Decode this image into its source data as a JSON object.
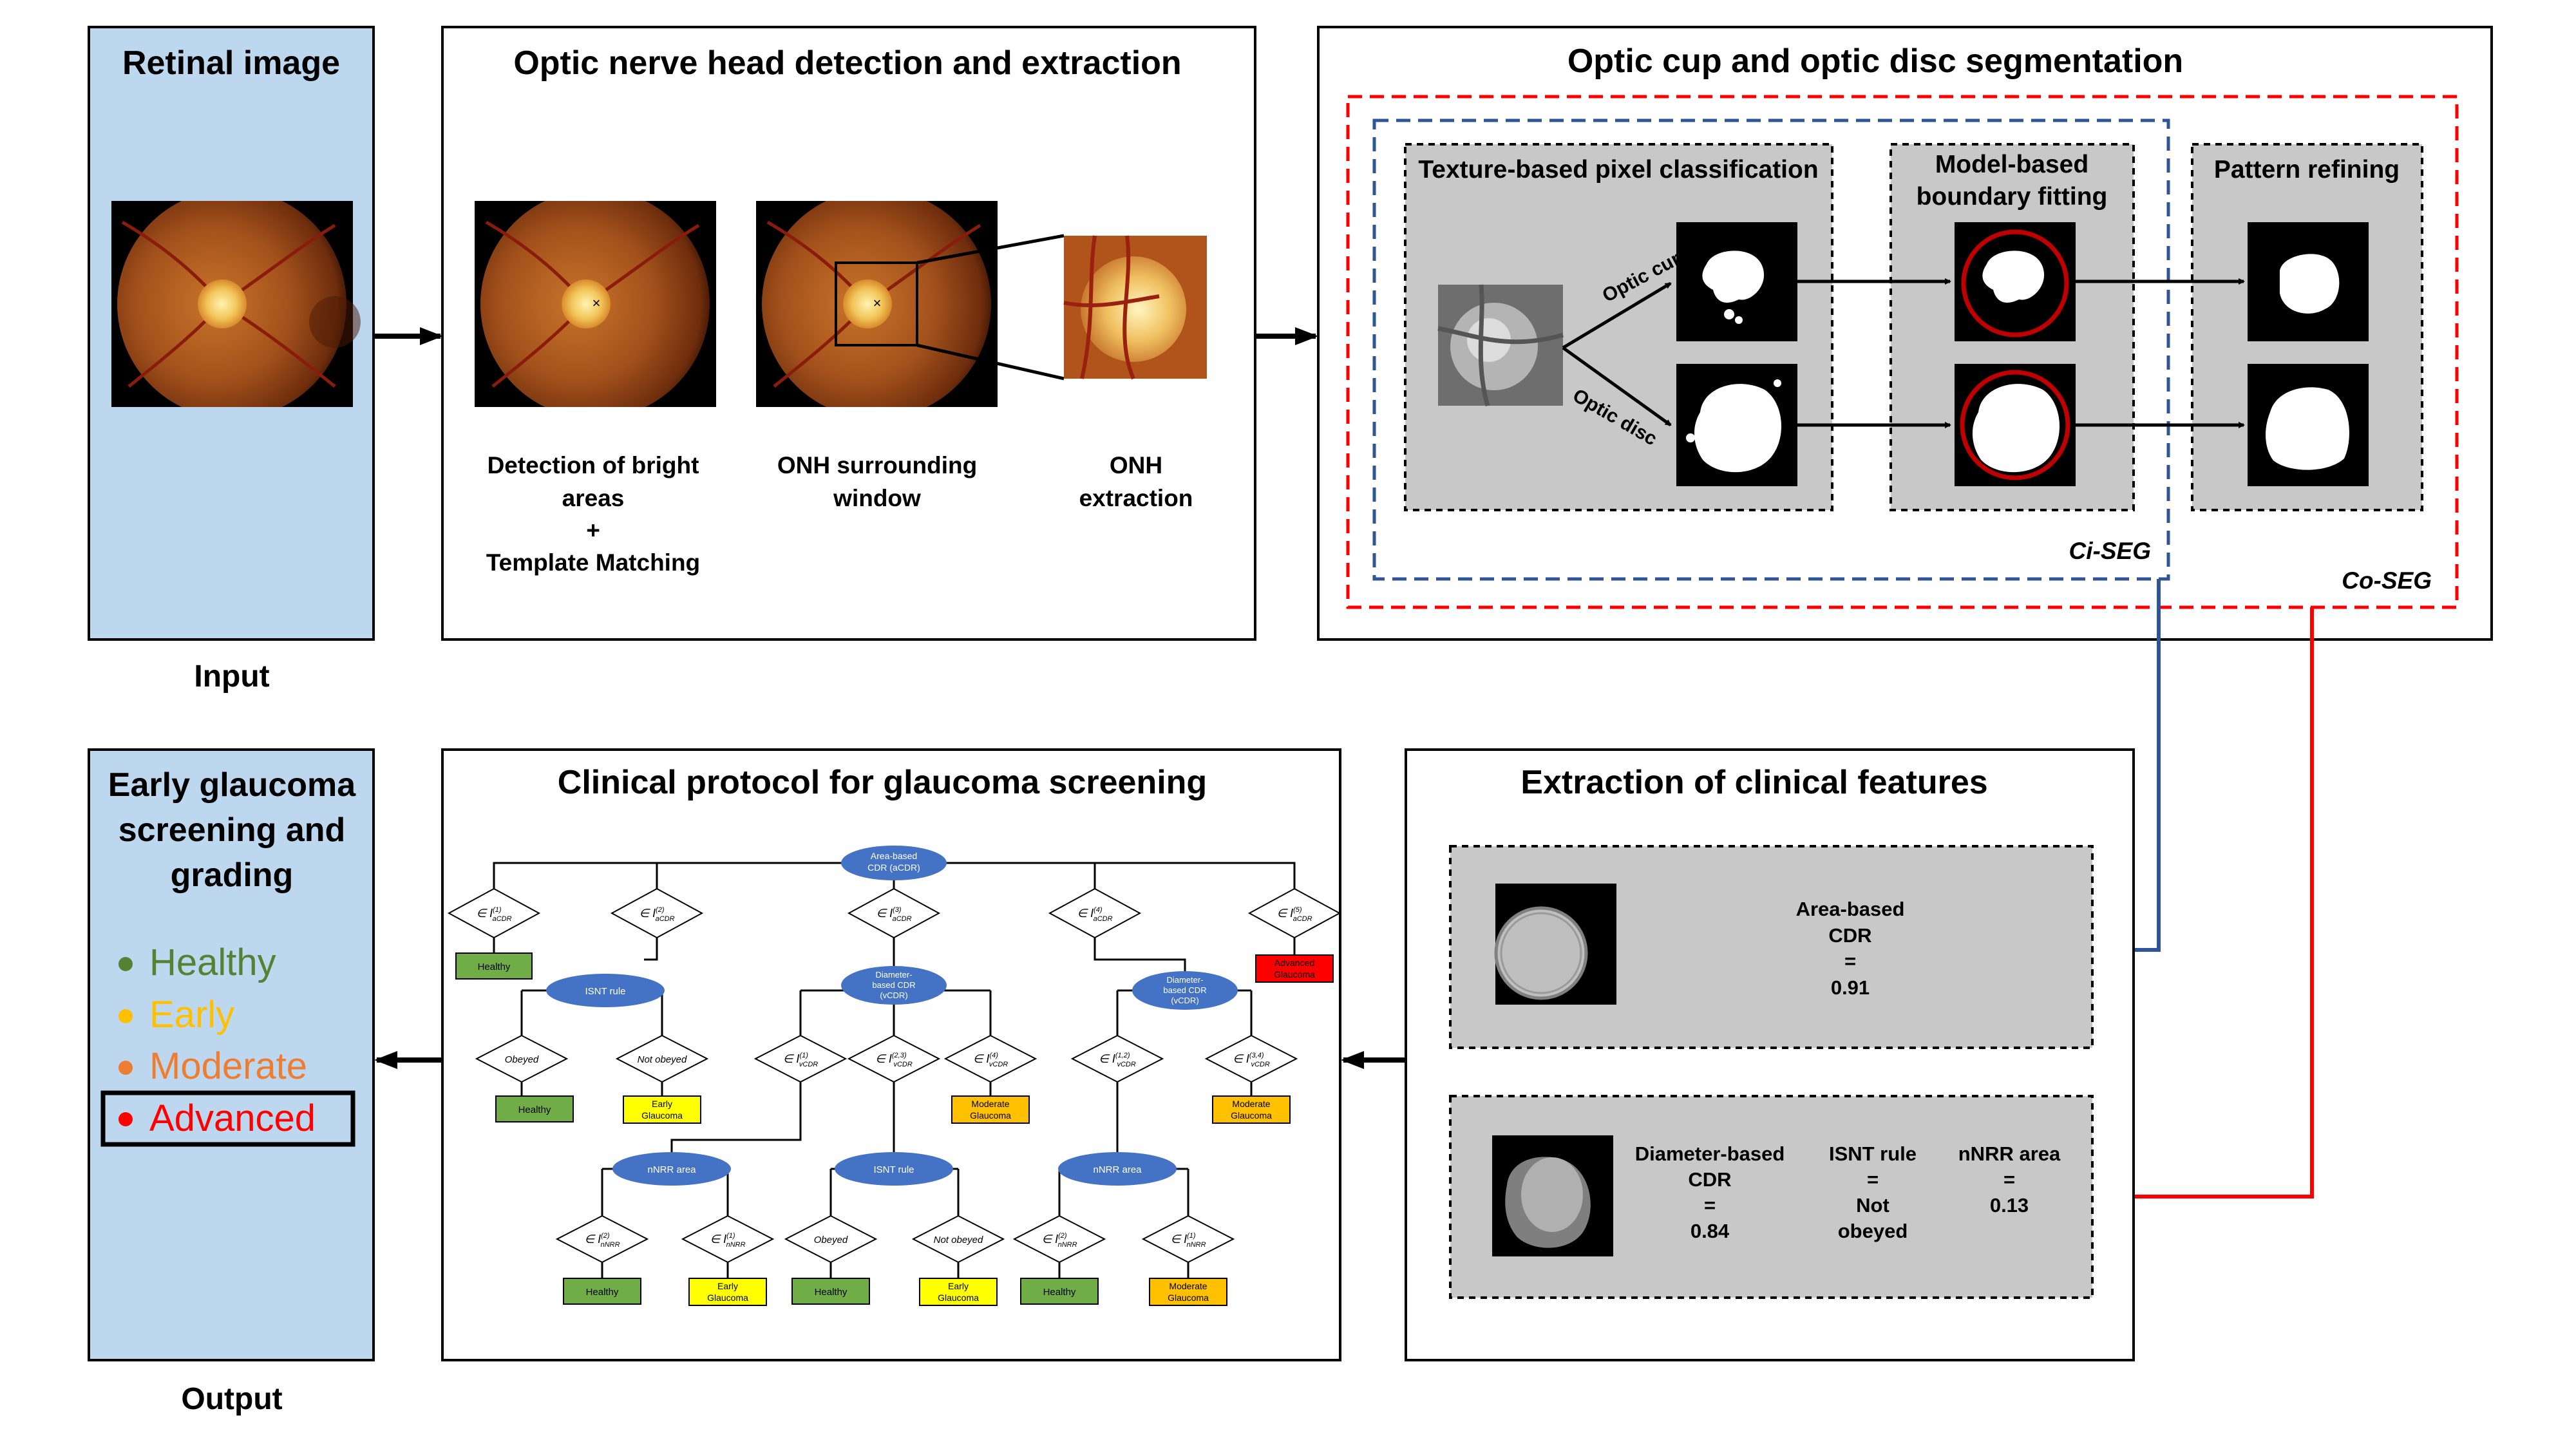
{
  "panels": {
    "input": {
      "title": "Retinal image",
      "caption": "Input"
    },
    "onh": {
      "title": "Optic nerve head detection and extraction",
      "step1": [
        "Detection of bright",
        "areas",
        "+",
        "Template Matching"
      ],
      "step2": [
        "ONH surrounding",
        "window"
      ],
      "step3": [
        "ONH",
        "extraction"
      ]
    },
    "seg": {
      "title": "Optic cup and optic disc segmentation",
      "texture": "Texture-based pixel classification",
      "model": [
        "Model-based",
        "boundary fitting"
      ],
      "pattern": "Pattern refining",
      "cup_label": "Optic cup",
      "disc_label": "Optic disc",
      "ci_seg": "Ci-SEG",
      "co_seg": "Co-SEG"
    },
    "features": {
      "title": "Extraction of clinical features",
      "area_cdr": [
        "Area-based",
        "CDR",
        "=",
        "0.91"
      ],
      "diam_cdr": [
        "Diameter-based",
        "CDR",
        "=",
        "0.84"
      ],
      "isnt": [
        "ISNT rule",
        "=",
        "Not",
        "obeyed"
      ],
      "nnrr": [
        "nNRR area",
        "=",
        "0.13"
      ]
    },
    "protocol": {
      "title": "Clinical protocol for glaucoma screening"
    },
    "output": {
      "title": [
        "Early glaucoma",
        "screening and",
        "grading"
      ],
      "grades": [
        {
          "label": "Healthy",
          "color": "#548235"
        },
        {
          "label": "Early",
          "color": "#ffc000"
        },
        {
          "label": "Moderate",
          "color": "#ed7d31"
        },
        {
          "label": "Advanced",
          "color": "#ff0000"
        }
      ],
      "caption": "Output"
    }
  },
  "tree": {
    "root": [
      "Area-based",
      "CDR (aCDR)"
    ],
    "l1": [
      {
        "sym": "∈ I",
        "sup": "(1)",
        "sub": "aCDR"
      },
      {
        "sym": "∈ I",
        "sup": "(2)",
        "sub": "aCDR"
      },
      {
        "sym": "∈ I",
        "sup": "(3)",
        "sub": "aCDR"
      },
      {
        "sym": "∈ I",
        "sup": "(4)",
        "sub": "aCDR"
      },
      {
        "sym": "∈ I",
        "sup": "(5)",
        "sub": "aCDR"
      }
    ],
    "healthy": "Healthy",
    "advanced": [
      "Advanced",
      "Glaucoma"
    ],
    "early": [
      "Early",
      "Glaucoma"
    ],
    "moderate": [
      "Moderate",
      "Glaucoma"
    ],
    "isnt": "ISNT rule",
    "nnrr": "nNRR area",
    "vcdr": [
      "Diameter-",
      "based CDR",
      "(vCDR)"
    ],
    "obeyed": "Obeyed",
    "not_obeyed": "Not obeyed",
    "v_left": [
      {
        "sym": "∈ I",
        "sup": "(1)",
        "sub": "vCDR"
      },
      {
        "sym": "∈ I",
        "sup": "(2,3)",
        "sub": "vCDR"
      },
      {
        "sym": "∈ I",
        "sup": "(4)",
        "sub": "vCDR"
      }
    ],
    "v_right": [
      {
        "sym": "∈ I",
        "sup": "(1,2)",
        "sub": "vCDR"
      },
      {
        "sym": "∈ I",
        "sup": "(3,4)",
        "sub": "vCDR"
      }
    ],
    "n_nodes": [
      {
        "sym": "∈ I",
        "sup": "(2)",
        "sub": "nNRR"
      },
      {
        "sym": "∈ I",
        "sup": "(1)",
        "sub": "nNRR"
      }
    ]
  },
  "colors": {
    "panel_blue": "#bdd7ee",
    "gray_box": "#c8c8c8",
    "ci_seg": "#2f5597",
    "co_seg": "#ff0000",
    "node_blue": "#4472c4",
    "healthy_green": "#70ad47",
    "early_yellow": "#ffff00",
    "moderate_orange": "#ffc000",
    "advanced_red": "#ff0000"
  }
}
